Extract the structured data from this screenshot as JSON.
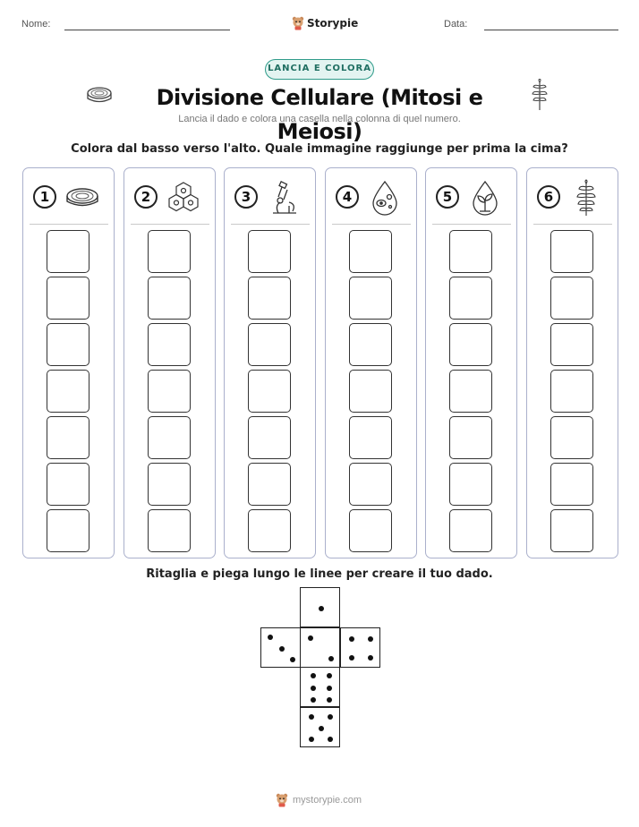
{
  "header": {
    "name_label": "Nome:",
    "date_label": "Data:",
    "brand": "Storypie",
    "brand_icon": "bear-mascot-icon"
  },
  "badge": "LANCIA E COLORA",
  "title": "Divisione Cellulare (Mitosi e Meiosi)",
  "title_icons": [
    "tree-ring-icon",
    "fern-leaf-icon"
  ],
  "subtitle": "Lancia il dado e colora una casella nella colonna di quel numero.",
  "instruction": "Colora dal basso verso l'alto. Quale immagine raggiunge per prima la cima?",
  "columns": [
    {
      "number": "1",
      "icon": "tree-ring-icon"
    },
    {
      "number": "2",
      "icon": "honeycomb-cells-icon"
    },
    {
      "number": "3",
      "icon": "microscope-icon"
    },
    {
      "number": "4",
      "icon": "cell-droplet-icon"
    },
    {
      "number": "5",
      "icon": "sprout-droplet-icon"
    },
    {
      "number": "6",
      "icon": "fern-leaf-icon"
    }
  ],
  "boxes_per_column": 7,
  "cut_instruction": "Ritaglia e piega lungo le linee per creare il tuo dado.",
  "dice_faces": [
    1,
    3,
    2,
    4,
    6,
    5
  ],
  "footer": {
    "text": "mystorypie.com",
    "icon": "bear-mascot-icon"
  },
  "colors": {
    "accent": "#2f9b8a",
    "badge_bg": "#e3f4f1",
    "column_border": "#aab0cc"
  }
}
